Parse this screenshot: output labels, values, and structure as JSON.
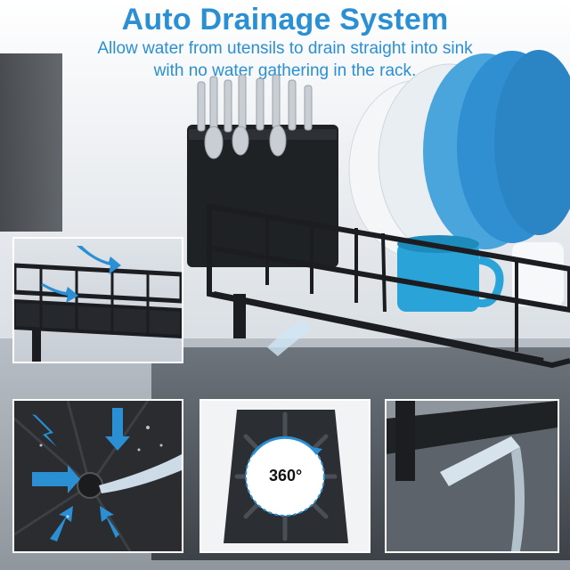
{
  "header": {
    "title": "Auto Drainage System",
    "subtitle_line1": "Allow water from utensils to drain straight into sink",
    "subtitle_line2": "with no water gathering in the rack."
  },
  "badge": {
    "rotation_label": "360°"
  },
  "colors": {
    "accent": "#2a8fd3",
    "rack": "#1d1f22",
    "arrow": "#2a8fd3",
    "mug": "#2aa3d8",
    "plates": "#3d9ad6"
  },
  "icons": {
    "drain_arrows": "blue-arrow-icon",
    "rotation": "rotation-circle-icon"
  }
}
